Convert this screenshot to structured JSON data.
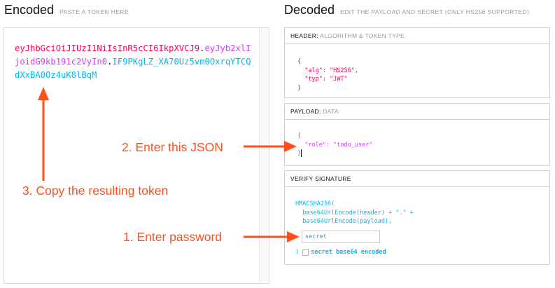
{
  "encoded": {
    "title": "Encoded",
    "subtitle": "PASTE A TOKEN HERE",
    "token_header": "eyJhbGciOiJIUzI1NiIsInR5cCI6IkpXVCJ9",
    "token_dot1": ".",
    "token_payload": "eyJyb2xlIjoidG9kb191c2VyIn0",
    "token_dot2": ".",
    "token_signature": "IF9PKgLZ_XA70Uz5vm0OxrqYTCQdXxBA0Oz4uK8lBqM"
  },
  "decoded": {
    "title": "Decoded",
    "subtitle": "EDIT THE PAYLOAD AND SECRET (ONLY HS256 SUPPORTED)",
    "header_section": {
      "label": "HEADER:",
      "sublabel": "ALGORITHM & TOKEN TYPE",
      "lines": [
        "{",
        "  \"alg\": \"HS256\",",
        "  \"typ\": \"JWT\"",
        "}"
      ]
    },
    "payload_section": {
      "label": "PAYLOAD:",
      "sublabel": "DATA",
      "open": "{",
      "line": "  \"role\": \"todo_user\"",
      "close": "}"
    },
    "signature_section": {
      "label": "VERIFY SIGNATURE",
      "lines": [
        "HMACSHA256(",
        "  base64UrlEncode(header) + \".\" +",
        "  base64UrlEncode(payload),"
      ],
      "secret_value": "secret",
      "close_paren": ")",
      "base64_label": "secret base64 encoded"
    }
  },
  "annotations": {
    "enter_json": "2. Enter this JSON",
    "copy_token": "3. Copy the resulting token",
    "enter_password": "1. Enter password",
    "color": "#ff4f1f"
  },
  "colors": {
    "header": "#fb015b",
    "payload": "#d63aff",
    "signature": "#00b9f1"
  }
}
